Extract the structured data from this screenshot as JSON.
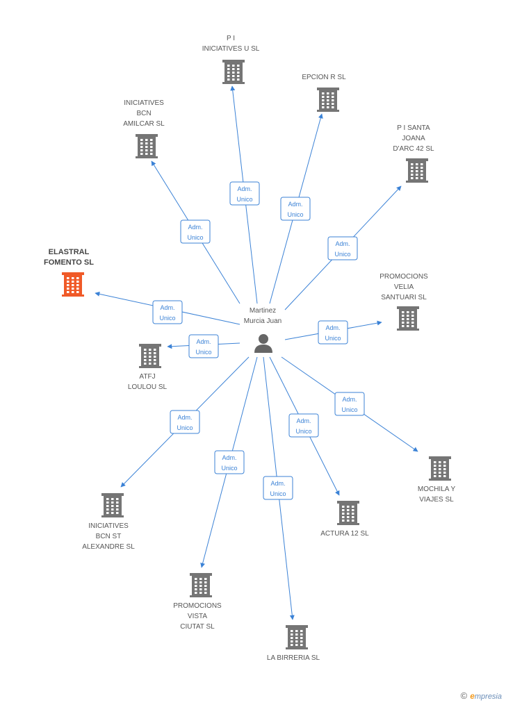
{
  "center": {
    "label_lines": [
      "Martinez",
      "Murcia Juan"
    ],
    "icon": "person-icon"
  },
  "edge_label_lines": [
    "Adm.",
    "Unico"
  ],
  "colors": {
    "edge": "#3b82d6",
    "building": "#757575",
    "focus_building": "#f05a28",
    "person": "#666666",
    "label": "#555555"
  },
  "nodes": [
    {
      "id": "pi-iniciatives-u",
      "lines": [
        "P I",
        "INICIATIVES U SL"
      ],
      "focus": false
    },
    {
      "id": "epcion-r",
      "lines": [
        "EPCION R SL"
      ],
      "focus": false
    },
    {
      "id": "iniciatives-bcn-amilcar",
      "lines": [
        "INICIATIVES",
        "BCN",
        "AMILCAR SL"
      ],
      "focus": false
    },
    {
      "id": "pi-santa-joana",
      "lines": [
        "P I SANTA",
        "JOANA",
        "D'ARC 42 SL"
      ],
      "focus": false
    },
    {
      "id": "elastral-fomento",
      "lines": [
        "ELASTRAL",
        "FOMENTO SL"
      ],
      "focus": true
    },
    {
      "id": "promocions-velia",
      "lines": [
        "PROMOCIONS",
        "VELIA",
        "SANTUARI SL"
      ],
      "focus": false
    },
    {
      "id": "atfj-loulou",
      "lines": [
        "ATFJ",
        "LOULOU  SL"
      ],
      "focus": false
    },
    {
      "id": "mochila-viajes",
      "lines": [
        "MOCHILA Y",
        "VIAJES SL"
      ],
      "focus": false
    },
    {
      "id": "iniciatives-bcn-st",
      "lines": [
        "INICIATIVES",
        "BCN ST",
        "ALEXANDRE SL"
      ],
      "focus": false
    },
    {
      "id": "actura-12",
      "lines": [
        "ACTURA 12 SL"
      ],
      "focus": false
    },
    {
      "id": "promocions-vista",
      "lines": [
        "PROMOCIONS",
        "VISTA",
        "CIUTAT SL"
      ],
      "focus": false
    },
    {
      "id": "la-birreria",
      "lines": [
        "LA BIRRERIA SL"
      ],
      "focus": false
    }
  ],
  "footer": {
    "copyright_symbol": "©",
    "brand_initial": "e",
    "brand_rest": "mpresia"
  }
}
